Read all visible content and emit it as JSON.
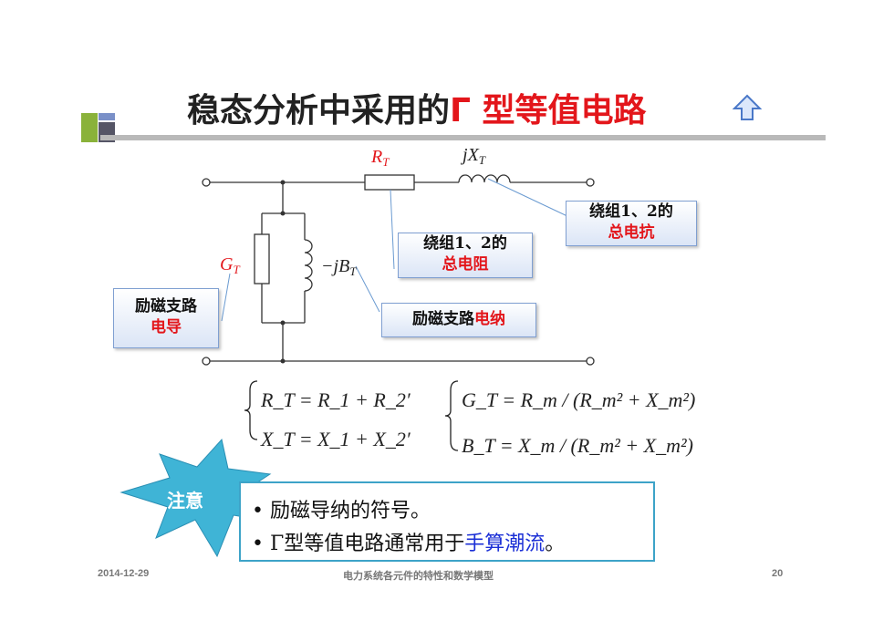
{
  "title": {
    "prefix": "稳态分析中采用的",
    "highlight": "Γ 型等值电路",
    "home_icon": "up-arrow-icon"
  },
  "circuit": {
    "label_rt": "R",
    "label_rt_sub": "T",
    "label_jxt_j": "j",
    "label_jxt": "X",
    "label_jxt_sub": "T",
    "label_gt": "G",
    "label_gt_sub": "T",
    "label_bt_prefix": "−j",
    "label_bt": "B",
    "label_bt_sub": "T"
  },
  "callouts": {
    "winding_reactance": {
      "line1": "绕组1、2的",
      "line2": "总电抗"
    },
    "winding_resistance": {
      "line1": "绕组1、2的",
      "line2": "总电阻"
    },
    "excitation_susceptance": {
      "prefix": "励磁支路",
      "highlight": "电纳"
    },
    "excitation_conductance": {
      "line1": "励磁支路",
      "line2": "电导"
    }
  },
  "formulas": {
    "rt_eq": "R_T = R_1 + R_2′",
    "xt_eq": "X_T = X_1 + X_2′",
    "gt_eq": "G_T = R_m / (R_m² + X_m²)",
    "bt_eq": "B_T = X_m / (R_m² + X_m²)"
  },
  "note": {
    "star_label": "注意",
    "bullet1": "励磁导纳的符号。",
    "bullet2_prefix": "Γ型等值电路通常用于",
    "bullet2_highlight": "手算潮流",
    "bullet2_suffix": "。"
  },
  "footer": {
    "date": "2014-12-29",
    "course": "电力系统各元件的特性和数学模型",
    "page": "20"
  },
  "colors": {
    "accent_red": "#e3161b",
    "accent_blue": "#1b2fd6",
    "star": "#3fb4d6",
    "note_border": "#3da3c8"
  }
}
